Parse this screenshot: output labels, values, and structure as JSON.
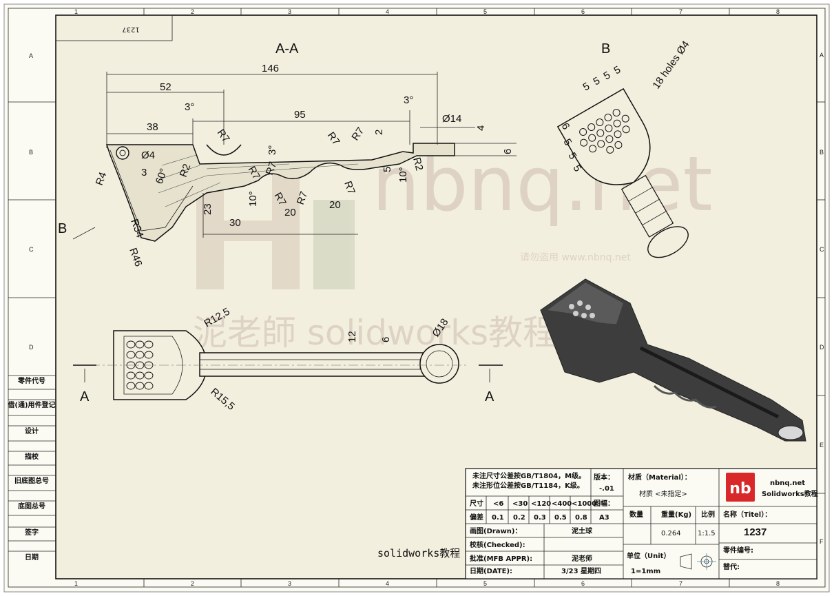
{
  "sheet": {
    "columns": [
      "1",
      "2",
      "3",
      "4",
      "5",
      "6",
      "7",
      "8"
    ],
    "rows": [
      "A",
      "B",
      "C",
      "D",
      "E",
      "F"
    ],
    "top_box_text": "1237",
    "left_strip": [
      "零件代号",
      "借(通)用件登记",
      "设计",
      "描校",
      "旧底图总号",
      "底图总号",
      "签字",
      "日期"
    ]
  },
  "views": {
    "section_title": "A-A",
    "detail_title": "B",
    "view_arrow": "B",
    "cut_label_left": "A",
    "cut_label_right": "A"
  },
  "dimensions": {
    "d146": "146",
    "d52": "52",
    "d95": "95",
    "d38": "38",
    "d3deg_left": "3°",
    "d3deg_right": "3°",
    "d3deg_mid": "3°",
    "dia14": "Ø14",
    "d4": "4",
    "d6": "6",
    "d2": "2",
    "d5": "5",
    "d10deg_a": "10°",
    "d10deg_b": "10°",
    "r7_a": "R7",
    "r7_b": "R7",
    "r7_c": "R7",
    "r7_d": "R7",
    "r7_e": "R7",
    "r7_f": "R7",
    "r7_g": "R7",
    "r7_h": "R7",
    "r2_a": "R2",
    "r2_b": "R2",
    "r4": "R4",
    "dia4": "Ø4",
    "d3": "3",
    "d60deg": "60°",
    "d23": "23",
    "d30": "30",
    "d20_a": "20",
    "d20_b": "20",
    "r34": "R34",
    "r46": "R46",
    "holes": "18 holes Ø4",
    "b5_1": "5",
    "b5_2": "5",
    "b5_3": "5",
    "b5_4": "5",
    "b6": "6",
    "b5_5": "5",
    "b5_6": "5",
    "b5_7": "5",
    "r12_5": "R12,5",
    "r15_5": "R15,5",
    "d12": "12",
    "d6b": "6",
    "dia18": "Ø18"
  },
  "watermark": {
    "site": "nbnq.net",
    "cn": "泥老師 solidworks教程",
    "copy": "请勿盗用 www.nbnq.net"
  },
  "notes": {
    "tolerance_line1": "未注尺寸公差按GB/T1804，M级。",
    "tolerance_line2": "未注形位公差按GB/T1184，K级。",
    "brand_caption": "solidworks教程"
  },
  "tolerance_table": {
    "header_label": "尺寸",
    "sizes": [
      "<6",
      "<30",
      "<120",
      "<400",
      "<1000"
    ],
    "dev_label": "偏差",
    "devs": [
      "0.1",
      "0.2",
      "0.3",
      "0.5",
      "0.8"
    ]
  },
  "title_block": {
    "version_label": "版本：",
    "version_value": "-.01",
    "sheet_label": "图幅：",
    "sheet_value": "A3",
    "material_label": "材质（Material）：",
    "material_value": "材质 <未指定>",
    "qty_label": "数量",
    "weight_label": "重量(Kg)",
    "scale_label": "比例",
    "weight_value": "0.264",
    "scale_value": "1:1.5",
    "drawn_label": "画图(Drawn)：",
    "drawn_value": "泥土球",
    "checked_label": "校核(Checked):",
    "approved_label": "批准(MFB APPR):",
    "approved_value": "泥老师",
    "date_label": "日期(DATE):",
    "date_value": "3/23  星期四",
    "unit_label": "单位（Unit）",
    "unit_value": "1=1mm",
    "name_label": "名称（Titel）：",
    "name_value": "1237",
    "part_no_label": "零件编号:",
    "replace_label": "替代:",
    "logo_site": "nbnq.net",
    "logo_caption": "Solidworks教程",
    "logo_mark": "nb"
  }
}
